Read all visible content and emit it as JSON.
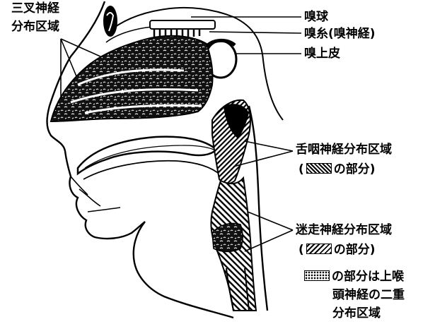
{
  "labels": {
    "trigeminal_line1": "三叉神経",
    "trigeminal_line2": "分布区域",
    "olfactory_bulb": "嗅球",
    "olfactory_nerve": "嗅糸(嗅神経)",
    "olfactory_epithelium": "嗅上皮",
    "glossopharyngeal_line1": "舌咽神経分布区域",
    "glossopharyngeal_line2_open": "(",
    "glossopharyngeal_line2_close": "の部分)",
    "vagus_line1": "迷走神経分布区域",
    "vagus_line2_open": "(",
    "vagus_line2_close": "の部分)",
    "laryngeal_line1": "の部分は上喉",
    "laryngeal_line2": "頭神経の二重",
    "laryngeal_line3": "分布区域"
  },
  "colors": {
    "ink": "#000000",
    "paper": "#ffffff"
  }
}
